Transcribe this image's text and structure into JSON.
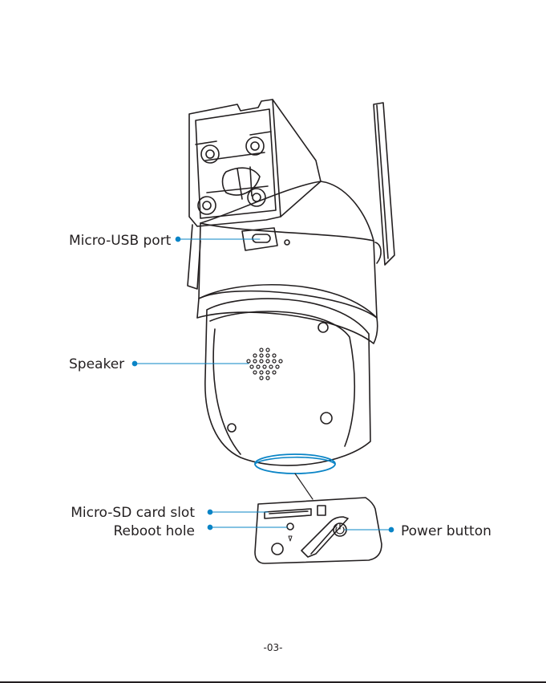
{
  "callouts": {
    "micro_usb_port": "Micro-USB port",
    "speaker": "Speaker",
    "micro_sd_card_slot": "Micro-SD card slot",
    "reboot_hole": "Reboot hole",
    "power_button": "Power button"
  },
  "page_number": "-03-",
  "colors": {
    "leader_line": "#0a84c6",
    "outline": "#231f20"
  },
  "icons": [
    "camera-illustration",
    "power-icon"
  ]
}
